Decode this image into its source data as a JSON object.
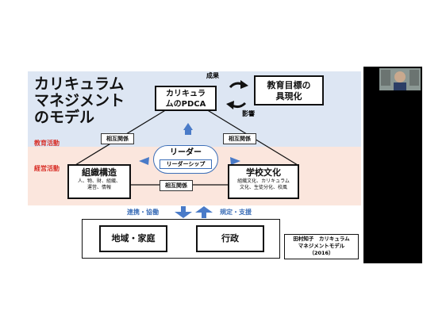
{
  "slide": {
    "title_lines": [
      "カリキュラム",
      "マネジメント",
      "のモデル"
    ],
    "side_labels": {
      "education": "教育活動",
      "management": "経営活動"
    },
    "pdca_box": {
      "line1": "カリキュラ",
      "line2": "ムのPDCA"
    },
    "goal_box": {
      "line1": "教育目標の",
      "line2": "具現化"
    },
    "seika": "成果",
    "eikyo": "影響",
    "mutual": [
      "相互関係",
      "相互関係",
      "相互関係"
    ],
    "leader": {
      "title": "リーダー",
      "sub": "リーダーシップ"
    },
    "organization": {
      "title": "組織構造",
      "line1": "人、物、財、組織、",
      "line2": "運営、情報"
    },
    "culture": {
      "title": "学校文化",
      "line1": "組織文化、カリキュラム",
      "line2": "文化、生徒分化、校風"
    },
    "arrows": {
      "down_label": "連携・協働",
      "up_label": "規定・支援"
    },
    "community": "地域・家庭",
    "admin": "行政",
    "citation": {
      "line1": "田村知子　カリキュラム",
      "line2": "マネジメントモデル",
      "line3": "（2016）"
    }
  },
  "colors": {
    "edu_band": "#dde6f3",
    "mgmt_band": "#fbe6dd",
    "arrow_blue": "#4a7bc8",
    "label_red": "#d9322a"
  },
  "video": {
    "participant_icon": "webcam-participant"
  }
}
